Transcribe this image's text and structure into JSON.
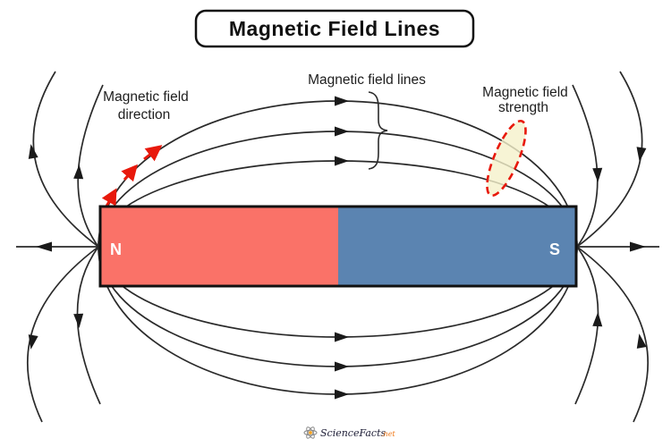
{
  "title": "Magnetic Field Lines",
  "labels": {
    "field_direction_line1": "Magnetic field",
    "field_direction_line2": "direction",
    "field_lines": "Magnetic field lines",
    "field_strength_line1": "Magnetic field",
    "field_strength_line2": "strength"
  },
  "magnet": {
    "north_label": "N",
    "south_label": "S",
    "north_color": "#FA7268",
    "south_color": "#5B84B1",
    "border_color": "#111111"
  },
  "field": {
    "line_color": "#2a2a2a",
    "accent_red": "#E8190C",
    "strength_ellipse_fill": "#F5F1CB"
  },
  "watermark": {
    "name": "ScienceFacts",
    "suffix": ".net"
  }
}
